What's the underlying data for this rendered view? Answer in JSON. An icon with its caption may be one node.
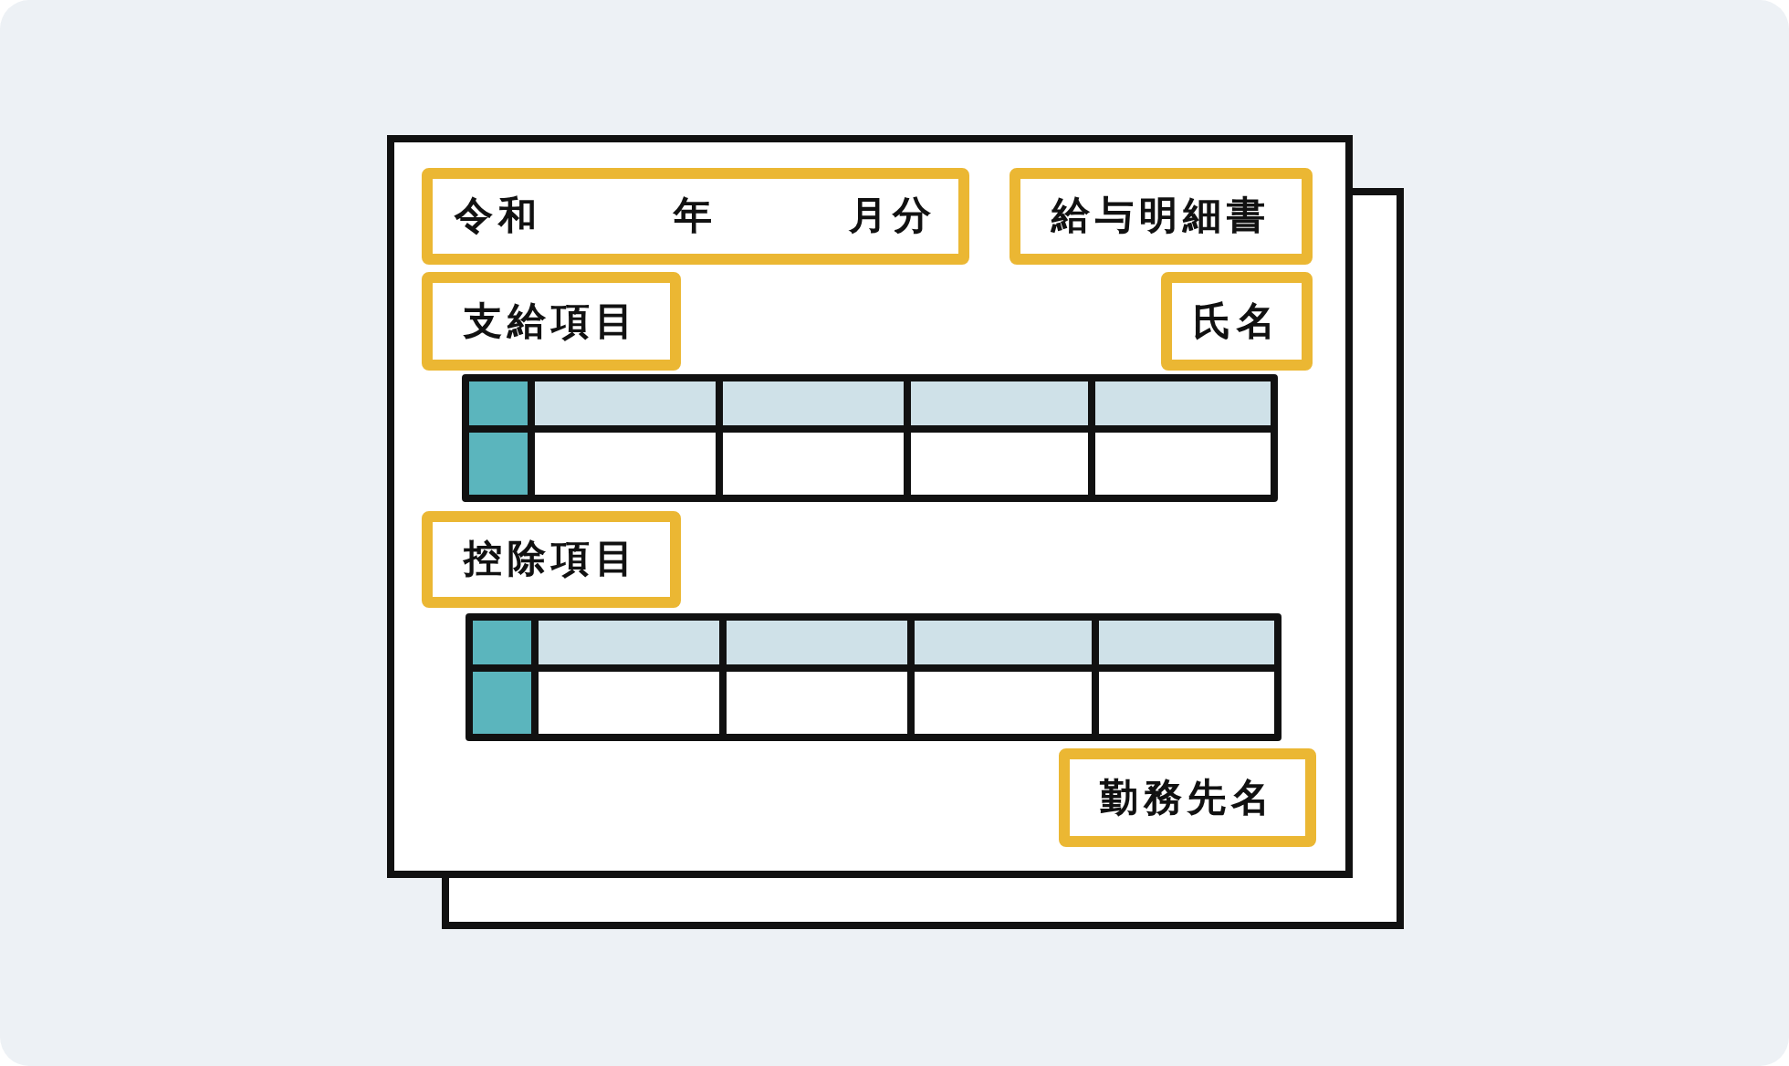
{
  "diagram": {
    "nodes": [
      {
        "text": [],
        "shape": "box"
      },
      {
        "text": [
          "令和",
          "年",
          "月分"
        ],
        "in": 0
      },
      {
        "text": [
          "給与明細書"
        ],
        "in": 0
      },
      {
        "text": [
          "支給項目"
        ],
        "in": 0
      },
      {
        "text": [
          "氏名"
        ],
        "in": 0
      },
      {
        "text": [
          "控除項目"
        ],
        "in": 0
      },
      {
        "text": [
          "勤務先名"
        ],
        "in": 0
      }
    ]
  }
}
